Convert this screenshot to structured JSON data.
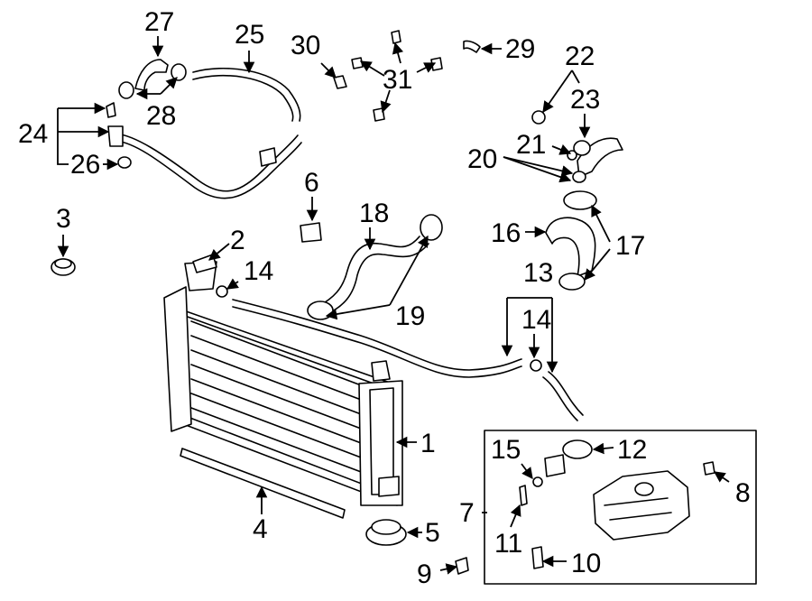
{
  "diagram": {
    "callouts": {
      "c1": "1",
      "c2": "2",
      "c3": "3",
      "c4": "4",
      "c5": "5",
      "c6": "6",
      "c7": "7",
      "c8": "8",
      "c9": "9",
      "c10": "10",
      "c11": "11",
      "c12": "12",
      "c13": "13",
      "c14a": "14",
      "c14b": "14",
      "c15": "15",
      "c16": "16",
      "c17": "17",
      "c18": "18",
      "c19": "19",
      "c20": "20",
      "c21": "21",
      "c22": "22",
      "c23": "23",
      "c24": "24",
      "c25": "25",
      "c26": "26",
      "c27": "27",
      "c28": "28",
      "c29": "29",
      "c30": "30",
      "c31": "31"
    }
  }
}
